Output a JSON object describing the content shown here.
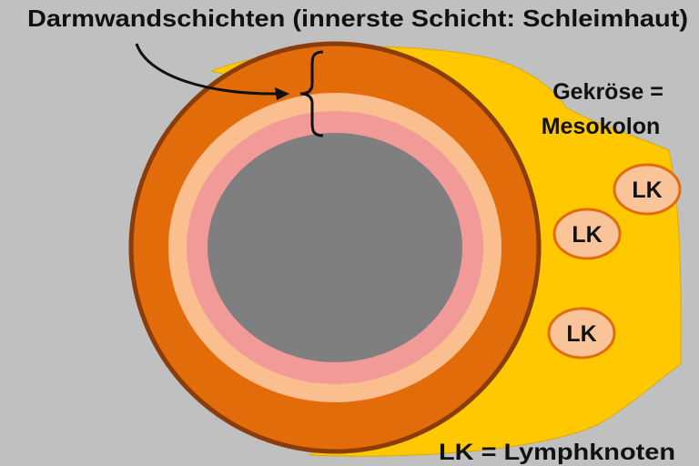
{
  "title": "Darmwandschichten (innerste Schicht: Schleimhaut)",
  "mesocolon_label": {
    "line1": "Gekröse =",
    "line2": "Mesokolon"
  },
  "lymph_nodes": [
    {
      "label": "LK"
    },
    {
      "label": "LK"
    },
    {
      "label": "LK"
    }
  ],
  "legend": "LK = Lymphknoten",
  "colors": {
    "background": "#c0c0c0",
    "mesocolon": "#ffc800",
    "muscle_layer": "#e36c0a",
    "muscle_border": "#8a3d0a",
    "submucosa": "#fbbf8f",
    "mucosa": "#f29a98",
    "lumen": "#7f7f7f",
    "lymph_node_fill": "#f9c49a",
    "lymph_node_border": "#e36c0a"
  }
}
